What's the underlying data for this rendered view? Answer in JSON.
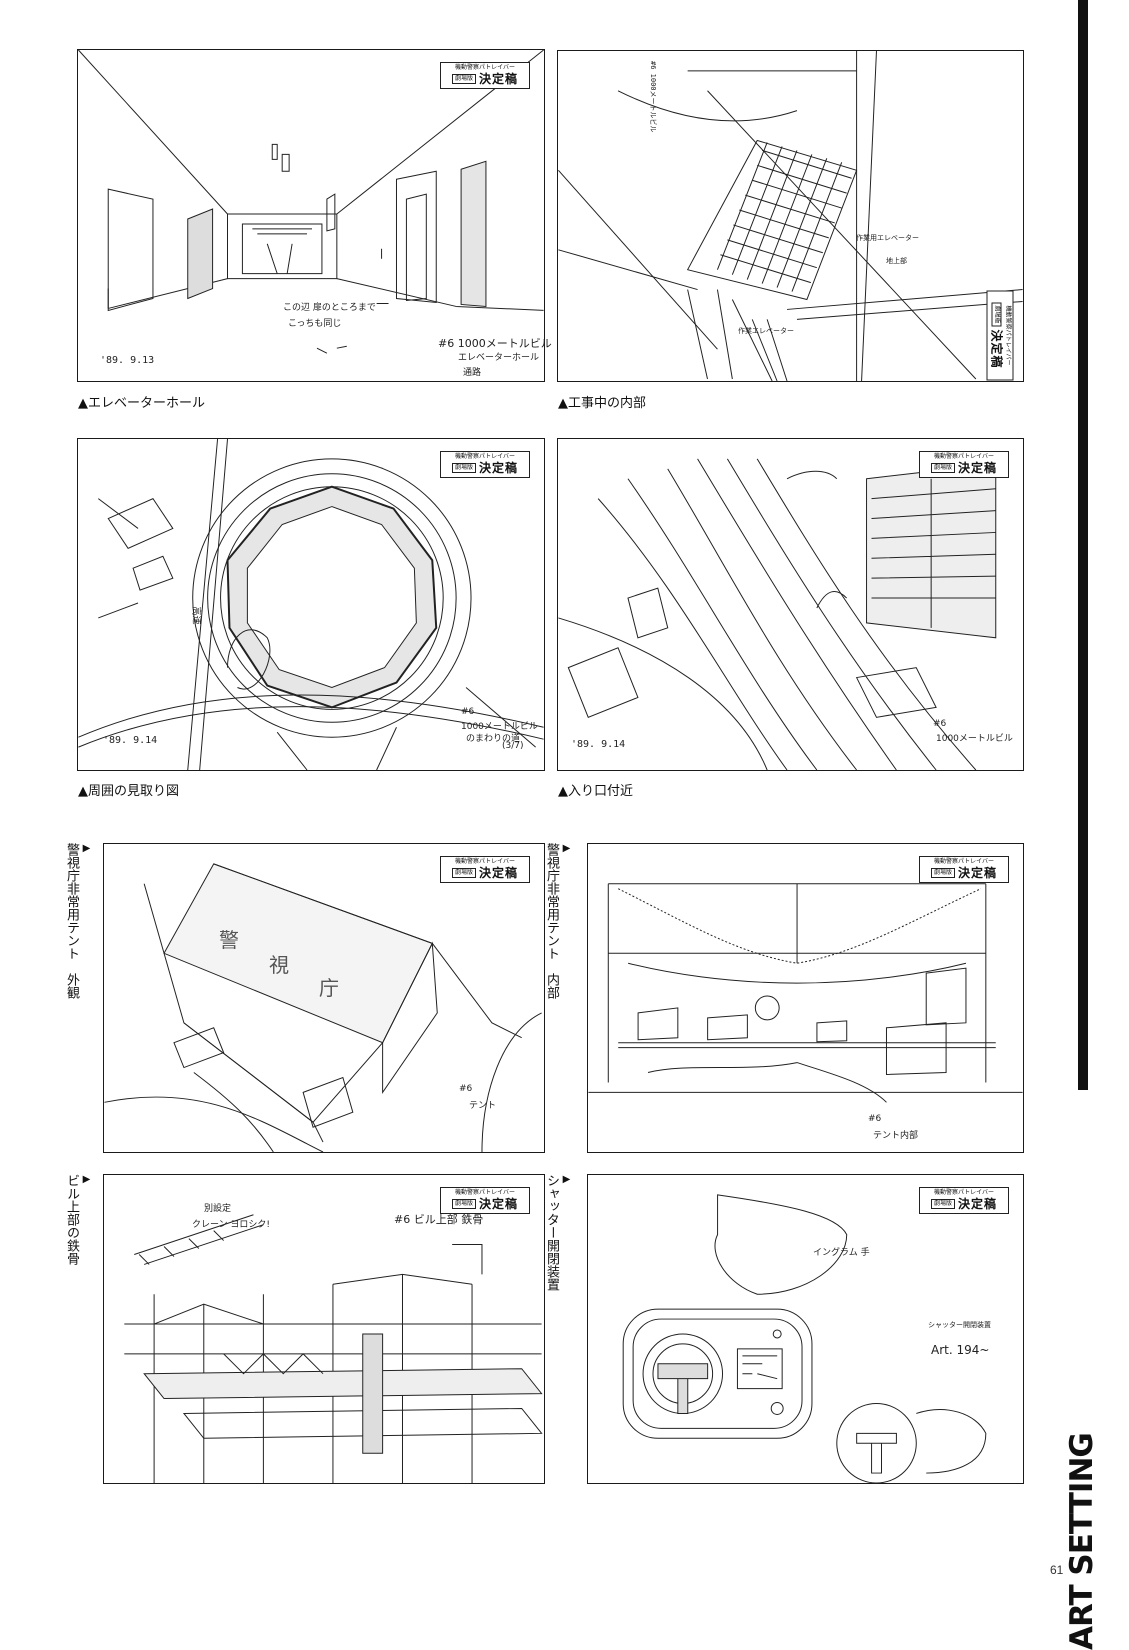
{
  "stamp": {
    "top": "機動警察パトレイバー",
    "box": "劇場版",
    "text": "決定稿"
  },
  "panels": [
    {
      "caption": "▲エレベーターホール",
      "date": "'89. 9.13",
      "notes": [
        "#6 1000メートルビル",
        "エレベーターホール",
        "通路",
        "この辺 扉のところまで",
        "こっちも同じ"
      ]
    },
    {
      "caption": "▲工事中の内部",
      "date": "#6 1000メートルビル",
      "notes": [
        "作業用エレベーター",
        "地上部",
        "作業エレベーター"
      ]
    },
    {
      "caption": "▲周囲の見取り図",
      "date": "'89. 9.14",
      "notes": [
        "#6",
        "1000メートルビル",
        "のまわりの道",
        "(3/7)",
        "高速"
      ]
    },
    {
      "caption": "▲入り口付近",
      "date": "'89. 9.14",
      "notes": [
        "#6",
        "1000メートルビル"
      ]
    },
    {
      "vcap": "警視庁非常用テント　外観",
      "notes": [
        "#6",
        "テント"
      ],
      "signs": [
        "警",
        "視",
        "庁"
      ]
    },
    {
      "vcap": "警視庁非常用テント　内部",
      "notes": [
        "#6",
        "テント内部"
      ]
    },
    {
      "vcap": "ビル上部の鉄骨",
      "notes": [
        "#6 ビル上部 鉄骨",
        "別設定",
        "クレーン ヨロシク!"
      ]
    },
    {
      "vcap": "シャッター開閉装置",
      "notes": [
        "イングラム 手",
        "シャッター開閉装置",
        "Art. 194~"
      ]
    }
  ],
  "side_title": "ART SETTING",
  "page_number": "61"
}
